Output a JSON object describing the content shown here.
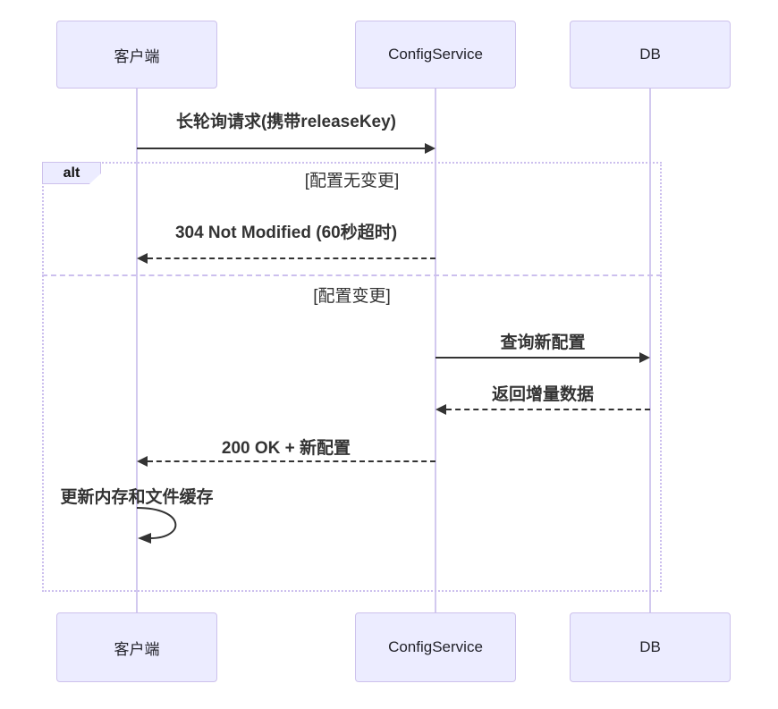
{
  "diagram": {
    "type": "sequence",
    "participants": [
      {
        "id": "client",
        "label": "客户端"
      },
      {
        "id": "config_service",
        "label": "ConfigService"
      },
      {
        "id": "db",
        "label": "DB"
      }
    ],
    "frame": {
      "operator": "alt",
      "conditions": [
        "[配置无变更]",
        "[配置变更]"
      ]
    },
    "messages": [
      {
        "from": "客户端",
        "to": "ConfigService",
        "label": "长轮询请求(携带releaseKey)",
        "line": "solid"
      },
      {
        "from": "ConfigService",
        "to": "客户端",
        "label": "304 Not Modified (60秒超时)",
        "line": "dashed"
      },
      {
        "from": "ConfigService",
        "to": "DB",
        "label": "查询新配置",
        "line": "solid"
      },
      {
        "from": "DB",
        "to": "ConfigService",
        "label": "返回增量数据",
        "line": "dashed"
      },
      {
        "from": "ConfigService",
        "to": "客户端",
        "label": "200 OK + 新配置",
        "line": "dashed"
      },
      {
        "from": "客户端",
        "to": "客户端",
        "label": "更新内存和文件缓存",
        "line": "self"
      }
    ],
    "colors": {
      "actor_fill": "#ECECFF",
      "actor_border": "#CDC1EC",
      "lifeline": "#D2C9EF",
      "frame_border": "#CCBFEE",
      "arrow": "#333333",
      "text": "#333333"
    }
  }
}
